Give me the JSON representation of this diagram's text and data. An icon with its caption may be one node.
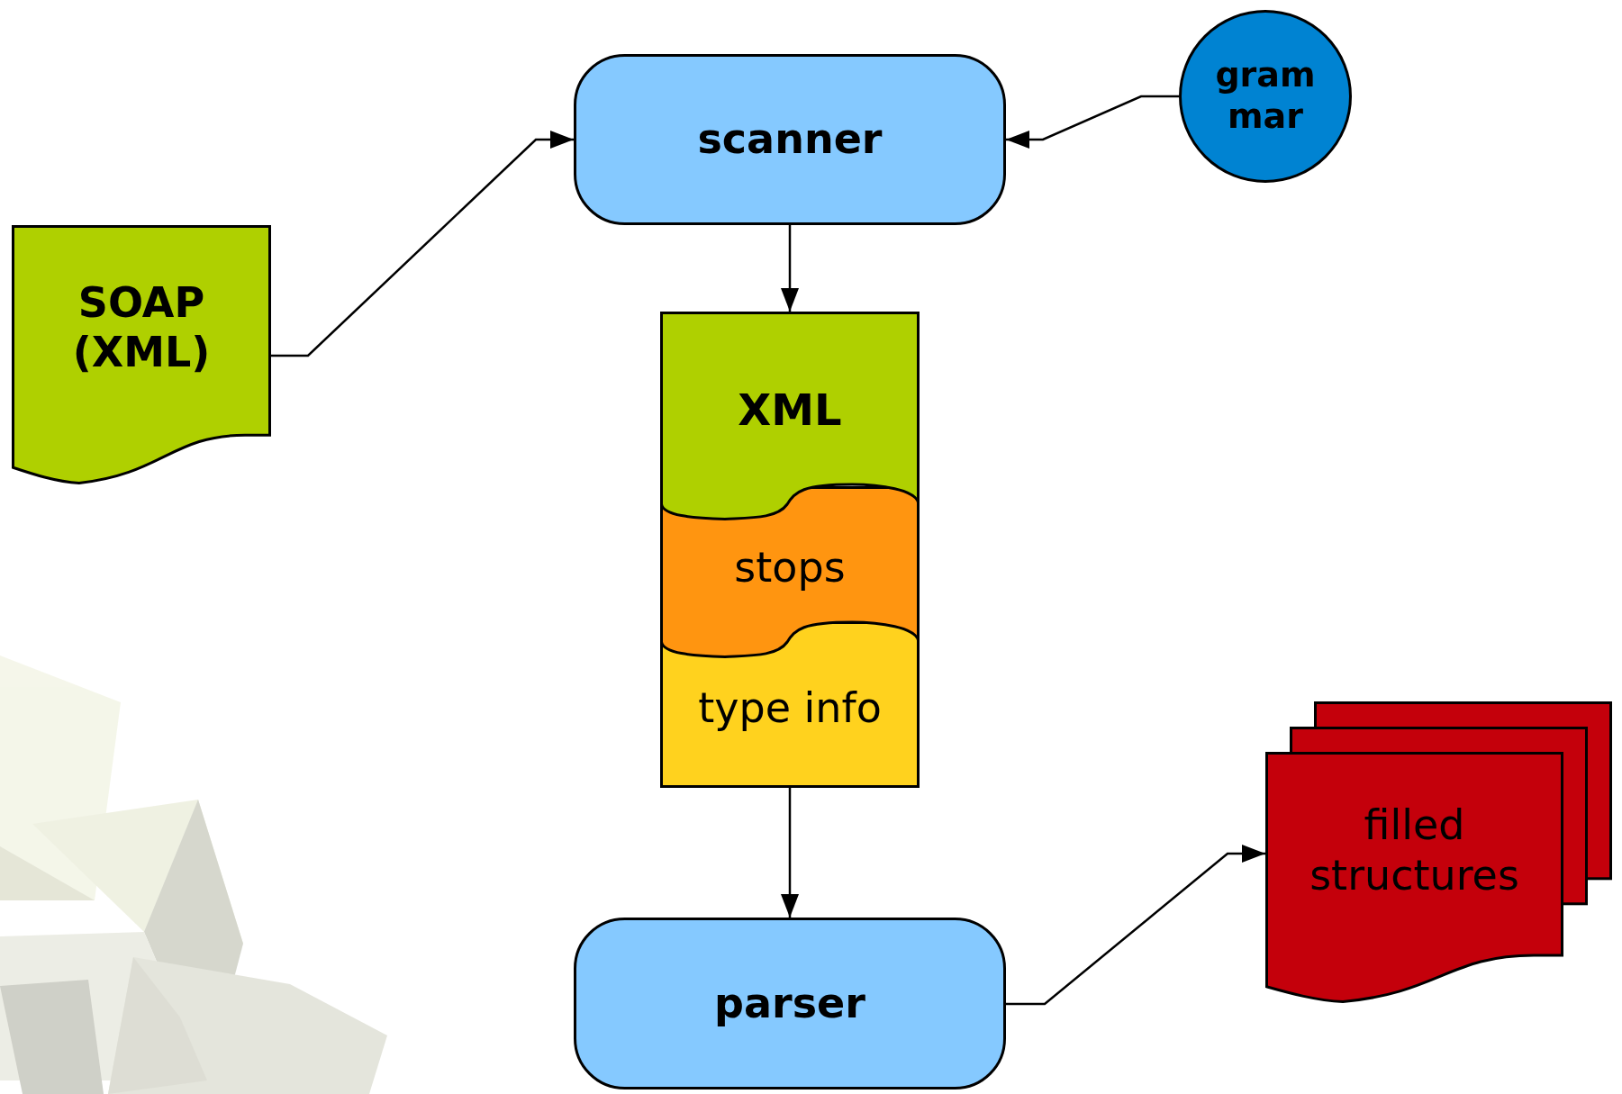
{
  "diagram": {
    "nodes": [
      {
        "text": [
          "scanner"
        ]
      },
      {
        "text": [
          "gram mar"
        ]
      },
      {
        "text": [
          "SOAP (XML)"
        ]
      },
      {
        "text": [
          "XML"
        ]
      },
      {
        "text": [
          "stops"
        ]
      },
      {
        "text": [
          "type info"
        ]
      },
      {
        "text": [
          "parser"
        ]
      },
      {
        "text": [
          "filled structures"
        ]
      }
    ],
    "edges": [
      {
        "from": 2,
        "to": 0,
        "arrow": "to"
      },
      {
        "from": 1,
        "to": 0,
        "arrow": "to"
      },
      {
        "from": 0,
        "to": 3,
        "arrow": "to"
      },
      {
        "from": 5,
        "to": 6,
        "arrow": "to"
      },
      {
        "from": 6,
        "to": 7,
        "arrow": "to"
      }
    ]
  }
}
